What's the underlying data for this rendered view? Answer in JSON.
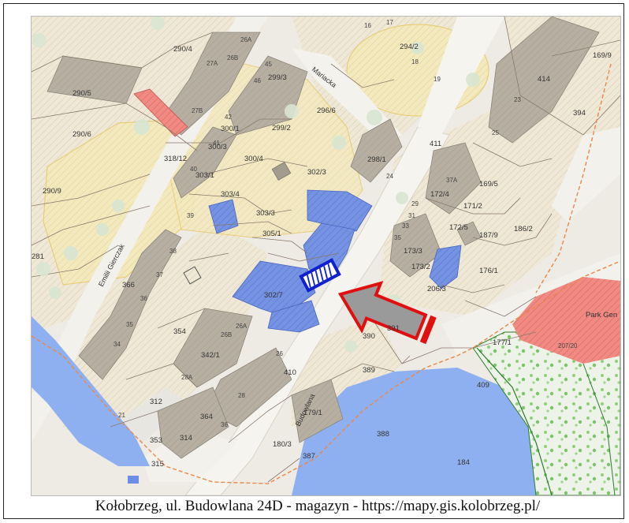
{
  "map": {
    "streets": {
      "budowlana": "Budowlana",
      "mariacka": "Mariacka",
      "emilii_gierczak": "Emilii Gierczak"
    },
    "place_labels": {
      "park": "Park Gen",
      "park_parcel": "207/20"
    },
    "parcels": [
      "290/4",
      "290/5",
      "290/6",
      "290/9",
      "318/12",
      "299/3",
      "296/6",
      "299/2",
      "300/1",
      "300/3",
      "300/4",
      "303/1",
      "303/4",
      "303/3",
      "302/3",
      "298/1",
      "305/1",
      "302/7",
      "342/1",
      "354",
      "366",
      "312",
      "364",
      "353",
      "314",
      "315",
      "410",
      "390",
      "389",
      "391",
      "387",
      "388",
      "409",
      "184",
      "411",
      "414",
      "394",
      "169/9",
      "169/5",
      "172/4",
      "171/2",
      "172/5",
      "187/9",
      "186/2",
      "173/3",
      "173/2",
      "176/1",
      "206/3",
      "177/1",
      "179/1",
      "180/3",
      "294/2",
      "281"
    ],
    "house_numbers": [
      "26A",
      "26B",
      "27A",
      "27B",
      "45",
      "46",
      "42",
      "41",
      "40",
      "39",
      "38",
      "37",
      "36",
      "35",
      "34",
      "26",
      "26A",
      "26B",
      "28",
      "28A",
      "21",
      "36",
      "23",
      "25",
      "24",
      "29",
      "31",
      "33",
      "35",
      "37A",
      "17",
      "18",
      "19",
      "16"
    ],
    "colors": {
      "background": "#eeebe4",
      "building": "#b2aa9c",
      "building_dark": "#8f8a82",
      "parcel_line": "#8a7a6e",
      "hatch_zone": "#efe4b8",
      "highlight_blue": "#6f8fe0",
      "water": "#8fb0f0",
      "park_red": "#f0807a",
      "red_marker": "#e86a6a",
      "arrow_fill": "#9a9a9a",
      "arrow_outline": "#e01010",
      "target_marker": "#1020d0"
    }
  },
  "caption": "Kołobrzeg, ul. Budowlana 24D - magazyn - https://mapy.gis.kolobrzeg.pl/"
}
